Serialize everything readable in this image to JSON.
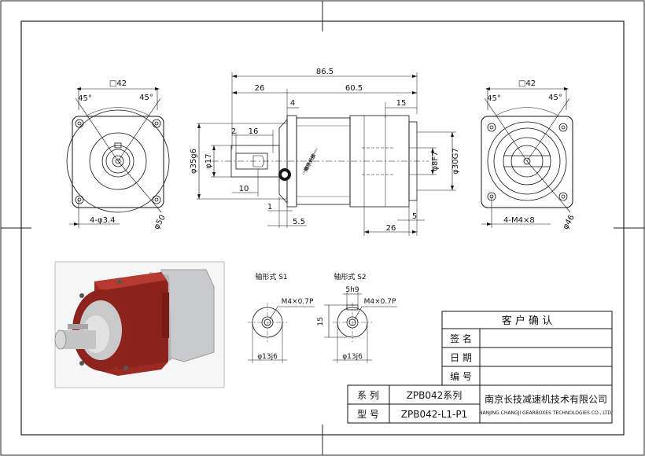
{
  "front_view": {
    "square": "□42",
    "angle_left": "45°",
    "angle_right": "45°",
    "bolt_holes": "4-φ3.4",
    "circle_dia": "φ50"
  },
  "side_view": {
    "total_length": "86.5",
    "len_26": "26",
    "len_60_5": "60.5",
    "len_4": "4",
    "len_15": "15",
    "len_2": "2",
    "len_16": "16",
    "len_10": "10",
    "len_1": "1",
    "len_5_5": "5.5",
    "len_5": "5",
    "len_26b": "26",
    "dia_35g6": "φ35g6",
    "dia_17": "φ17",
    "dia_8f7": "φ8F7",
    "dia_30g7": "φ30G7",
    "brand_cn": "南京长技",
    "brand_en": "CHANGJI TECHNOLOGIES"
  },
  "rear_view": {
    "square": "□42",
    "angle_left": "45°",
    "angle_right": "45°",
    "screw_holes": "4-M4×8",
    "circle_dia": "φ46"
  },
  "shaft_s1": {
    "title": "轴形式 S1",
    "thread": "M4×0.7P",
    "dia": "φ13j6"
  },
  "shaft_s2": {
    "title": "轴形式 S2",
    "key": "5h9",
    "thread": "M4×0.7P",
    "height": "15",
    "dia": "φ13j6"
  },
  "customer_block": {
    "header": "客 户 确 认",
    "signature": "签 名",
    "date": "日 期",
    "number": "编 号"
  },
  "title_block": {
    "series_label": "系 列",
    "series_value": "ZPB042系列",
    "model_label": "型 号",
    "model_value": "ZPB042-L1-P1",
    "company_cn": "南京长技减速机技术有限公司",
    "company_en": "NANJING CHANGJI GEARBOXES TECHNOLOGIES CO., LTD."
  },
  "colors": {
    "line": "#111111",
    "housing_red": "#9a2a22",
    "housing_silver": "#c9cacc",
    "brand_icon": "#1a1a1a"
  }
}
